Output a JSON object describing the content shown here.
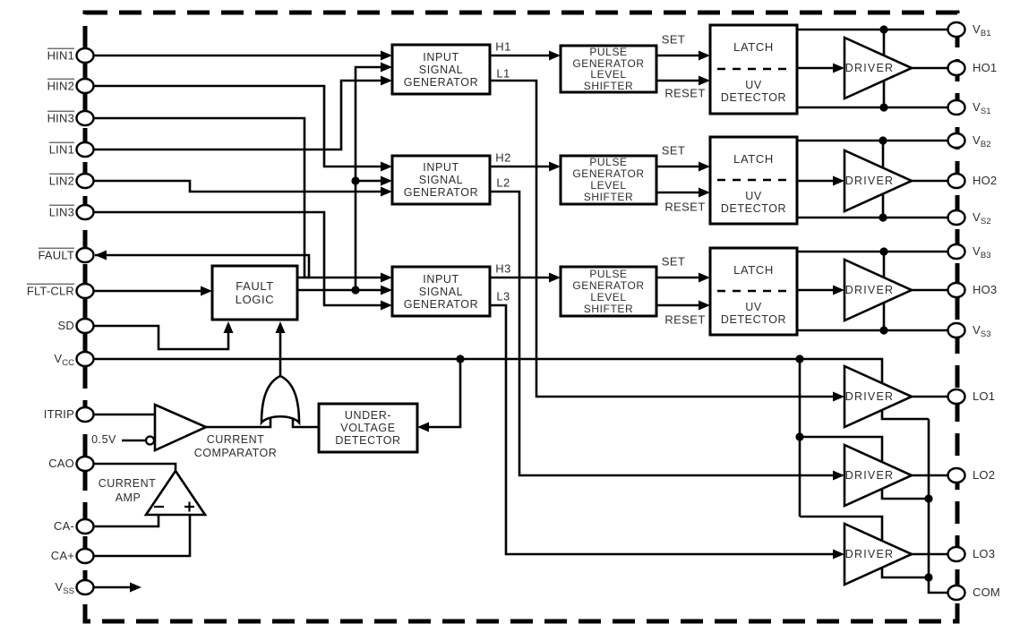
{
  "diagram_title": "three-phase gate driver IC functional block diagram",
  "blocks": [
    {
      "lines": [
        "INPUT",
        "SIGNAL",
        "GENERATOR"
      ]
    },
    {
      "lines": [
        "INPUT",
        "SIGNAL",
        "GENERATOR"
      ]
    },
    {
      "lines": [
        "INPUT",
        "SIGNAL",
        "GENERATOR"
      ]
    },
    {
      "lines": [
        "PULSE",
        "GENERATOR",
        "LEVEL",
        "SHIFTER"
      ]
    },
    {
      "lines": [
        "PULSE",
        "GENERATOR",
        "LEVEL",
        "SHIFTER"
      ]
    },
    {
      "lines": [
        "PULSE",
        "GENERATOR",
        "LEVEL",
        "SHIFTER"
      ]
    },
    {
      "lines": [
        "FAULT",
        "LOGIC"
      ]
    },
    {
      "lines": [
        "UNDER-",
        "VOLTAGE",
        "DETECTOR"
      ]
    }
  ],
  "latches": [
    {
      "top": "LATCH",
      "bottom": [
        "UV",
        "DETECTOR"
      ]
    },
    {
      "top": "LATCH",
      "bottom": [
        "UV",
        "DETECTOR"
      ]
    },
    {
      "top": "LATCH",
      "bottom": [
        "UV",
        "DETECTOR"
      ]
    }
  ],
  "drivers": [
    {
      "label": "DRIVER"
    },
    {
      "label": "DRIVER"
    },
    {
      "label": "DRIVER"
    },
    {
      "label": "DRIVER"
    },
    {
      "label": "DRIVER"
    },
    {
      "label": "DRIVER"
    }
  ],
  "pins_left": [
    {
      "base": "HIN1",
      "sub": "",
      "overline": true
    },
    {
      "base": "HIN2",
      "sub": "",
      "overline": true
    },
    {
      "base": "HIN3",
      "sub": "",
      "overline": true
    },
    {
      "base": "LIN1",
      "sub": "",
      "overline": true
    },
    {
      "base": "LIN2",
      "sub": "",
      "overline": true
    },
    {
      "base": "LIN3",
      "sub": "",
      "overline": true
    },
    {
      "base": "FAULT",
      "sub": "",
      "overline": true
    },
    {
      "base": "FLT-CLR",
      "sub": "",
      "overline": true
    },
    {
      "base": "SD",
      "sub": "",
      "overline": false
    },
    {
      "base": "V",
      "sub": "CC",
      "overline": false
    },
    {
      "base": "ITRIP",
      "sub": "",
      "overline": false
    },
    {
      "base": "CAO",
      "sub": "",
      "overline": false
    },
    {
      "base": "CA-",
      "sub": "",
      "overline": false
    },
    {
      "base": "CA+",
      "sub": "",
      "overline": false
    },
    {
      "base": "V",
      "sub": "SS",
      "overline": false
    }
  ],
  "pins_right": [
    {
      "base": "V",
      "sub": "B1"
    },
    {
      "base": "HO1",
      "sub": ""
    },
    {
      "base": "V",
      "sub": "S1"
    },
    {
      "base": "V",
      "sub": "B2"
    },
    {
      "base": "HO2",
      "sub": ""
    },
    {
      "base": "V",
      "sub": "S2"
    },
    {
      "base": "V",
      "sub": "B3"
    },
    {
      "base": "HO3",
      "sub": ""
    },
    {
      "base": "V",
      "sub": "S3"
    },
    {
      "base": "LO1",
      "sub": ""
    },
    {
      "base": "LO2",
      "sub": ""
    },
    {
      "base": "LO3",
      "sub": ""
    },
    {
      "base": "COM",
      "sub": ""
    }
  ],
  "signal_labels": [
    "H1",
    "L1",
    "H2",
    "L2",
    "H3",
    "L3",
    "SET",
    "RESET",
    "SET",
    "RESET",
    "SET",
    "RESET"
  ],
  "annotations": {
    "reference": "0.5V",
    "comparator": [
      "CURRENT",
      "COMPARATOR"
    ],
    "amplifier": [
      "CURRENT",
      "AMP"
    ]
  },
  "colors": {
    "line": "#000000",
    "text": "#2d2d2d",
    "background": "#ffffff"
  }
}
